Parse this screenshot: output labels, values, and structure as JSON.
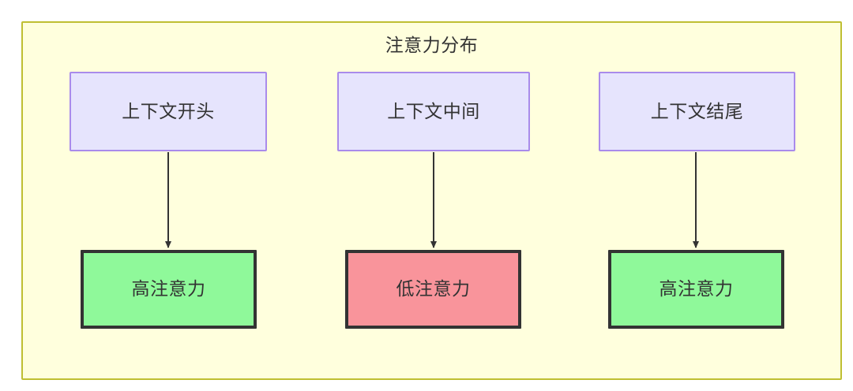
{
  "diagram": {
    "title": "注意力分布",
    "container": {
      "fill_color": "#ffffdd",
      "border_color": "#bfbf32"
    },
    "nodes": {
      "sources": [
        {
          "id": "context-start",
          "label": "上下文开头",
          "fill_color": "#e6e4fd",
          "border_color": "#a98beb"
        },
        {
          "id": "context-middle",
          "label": "上下文中间",
          "fill_color": "#e6e4fd",
          "border_color": "#a98beb"
        },
        {
          "id": "context-end",
          "label": "上下文结尾",
          "fill_color": "#e6e4fd",
          "border_color": "#a98beb"
        }
      ],
      "outcomes": [
        {
          "id": "high-attention-start",
          "label": "高注意力",
          "fill_color": "#8ff99a",
          "border_color": "#333333"
        },
        {
          "id": "low-attention-middle",
          "label": "低注意力",
          "fill_color": "#f9949b",
          "border_color": "#333333"
        },
        {
          "id": "high-attention-end",
          "label": "高注意力",
          "fill_color": "#8ff99a",
          "border_color": "#333333"
        }
      ]
    },
    "edges": [
      {
        "from": "context-start",
        "to": "high-attention-start",
        "label": ""
      },
      {
        "from": "context-middle",
        "to": "low-attention-middle",
        "label": ""
      },
      {
        "from": "context-end",
        "to": "high-attention-end",
        "label": ""
      }
    ],
    "edge_color": "#333333"
  }
}
